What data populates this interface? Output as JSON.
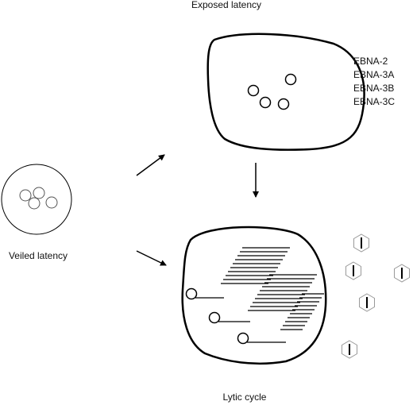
{
  "labels": {
    "exposed_latency": "Exposed latency",
    "veiled_latency": "Veiled latency",
    "lytic_cycle": "Lytic cycle"
  },
  "ebna_list": [
    "EBNA-2",
    "EBNA-3A",
    "EBNA-3B",
    "EBNA-3C"
  ],
  "icons": {
    "episome": "small-circle-icon",
    "virion": "hexagon-capsid-icon",
    "arrow": "arrow-icon"
  }
}
